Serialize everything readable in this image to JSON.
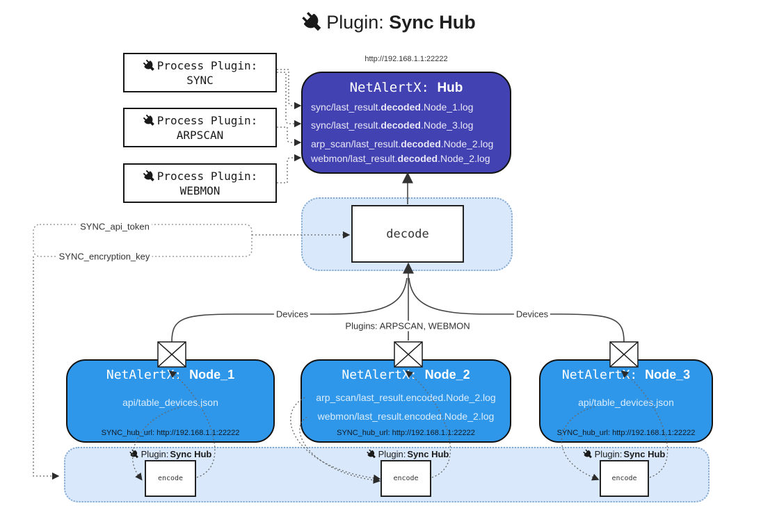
{
  "title": {
    "pre": "Plugin: ",
    "bold": "Sync Hub",
    "icon": "plug-icon"
  },
  "hub": {
    "url": "http://192.168.1.1:22222",
    "name_mono": "NetAlertX: ",
    "name_bold": "Hub",
    "lines": [
      {
        "pre": "sync/last_result.",
        "bold": "decoded",
        "post": ".Node_1.log"
      },
      {
        "pre": "sync/last_result.",
        "bold": "decoded",
        "post": ".Node_3.log"
      },
      {
        "pre": "arp_scan/last_result.",
        "bold": "decoded",
        "post": ".Node_2.log"
      },
      {
        "pre": "webmon/last_result.",
        "bold": "decoded",
        "post": ".Node_2.log"
      }
    ]
  },
  "process_plugins": [
    {
      "label": "Process Plugin:",
      "name": "SYNC",
      "icon": "plug-icon"
    },
    {
      "label": "Process Plugin:",
      "name": "ARPSCAN",
      "icon": "plug-icon"
    },
    {
      "label": "Process Plugin:",
      "name": "WEBMON",
      "icon": "plug-icon"
    }
  ],
  "decode_label": "decode",
  "config": {
    "api_token": "SYNC_api_token",
    "encryption_key": "SYNC_encryption_key"
  },
  "edges": {
    "devices_left": "Devices",
    "devices_right": "Devices",
    "plugins": "Plugins: ARPSCAN, WEBMON"
  },
  "nodes": [
    {
      "name_mono": "NetAlertX: ",
      "name_bold": "Node_1",
      "files": [
        "api/table_devices.json"
      ],
      "hub_url": "SYNC_hub_url: http://192.168.1.1:22222"
    },
    {
      "name_mono": "NetAlertX: ",
      "name_bold": "Node_2",
      "files": [
        "arp_scan/last_result.encoded.Node_2.log",
        "webmon/last_result.encoded.Node_2.log"
      ],
      "hub_url": "SYNC_hub_url: http://192.168.1.1:22222"
    },
    {
      "name_mono": "NetAlertX: ",
      "name_bold": "Node_3",
      "files": [
        "api/table_devices.json"
      ],
      "hub_url": "SYNC_hub_url: http://192.168.1.1:22222"
    }
  ],
  "encoders": [
    {
      "plugin_pre": "Plugin: ",
      "plugin_bold": "Sync Hub",
      "box": "encode",
      "icon": "plug-icon"
    },
    {
      "plugin_pre": "Plugin: ",
      "plugin_bold": "Sync Hub",
      "box": "encode",
      "icon": "plug-icon"
    },
    {
      "plugin_pre": "Plugin: ",
      "plugin_bold": "Sync Hub",
      "box": "encode",
      "icon": "plug-icon"
    }
  ],
  "icons": {
    "plug": "plug-icon",
    "envelope": "envelope-icon"
  },
  "colors": {
    "hub_fill": "#4242b2",
    "node_fill": "#2f97ea",
    "region_fill": "#d9e9fb",
    "region_border": "#85a8cf",
    "line_solid": "#444444",
    "line_dotted": "#666666",
    "box_border": "#121212"
  }
}
